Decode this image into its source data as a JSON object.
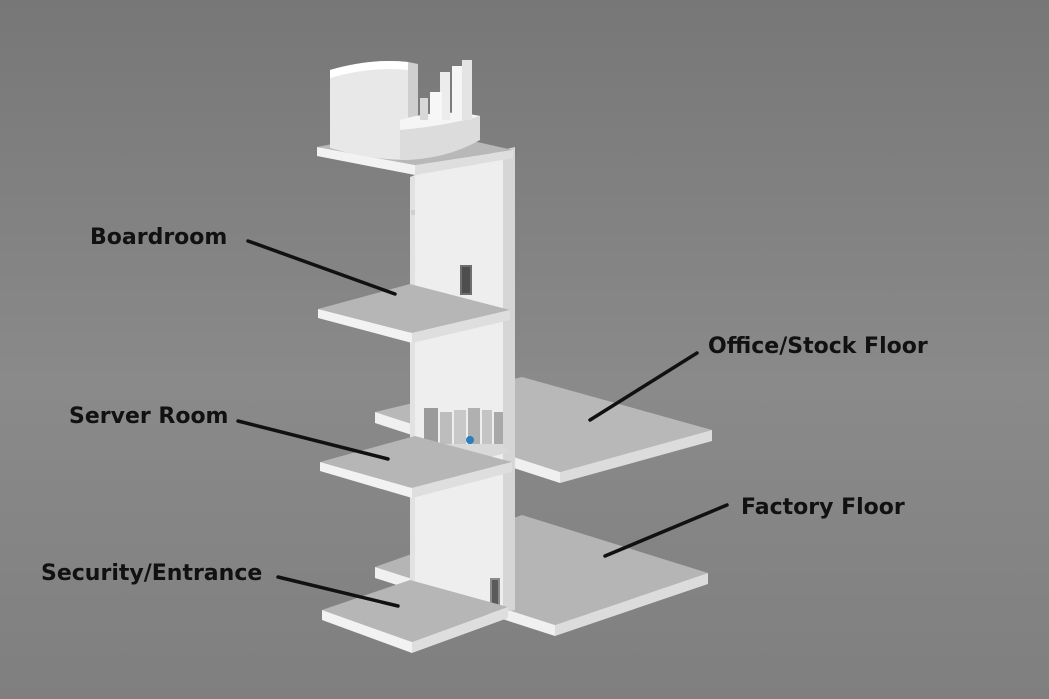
{
  "labels": {
    "boardroom": "Boardroom",
    "server_room": "Server Room",
    "security_entrance": "Security/Entrance",
    "office_stock_floor": "Office/Stock Floor",
    "factory_floor": "Factory Floor"
  },
  "colors": {
    "background": "#808080",
    "slab_top": "#b8b8b8",
    "slab_edge": "#f2f2f2",
    "wall": "#efefef",
    "leader_line": "#111111",
    "status_dot": "#2a7fbf"
  }
}
